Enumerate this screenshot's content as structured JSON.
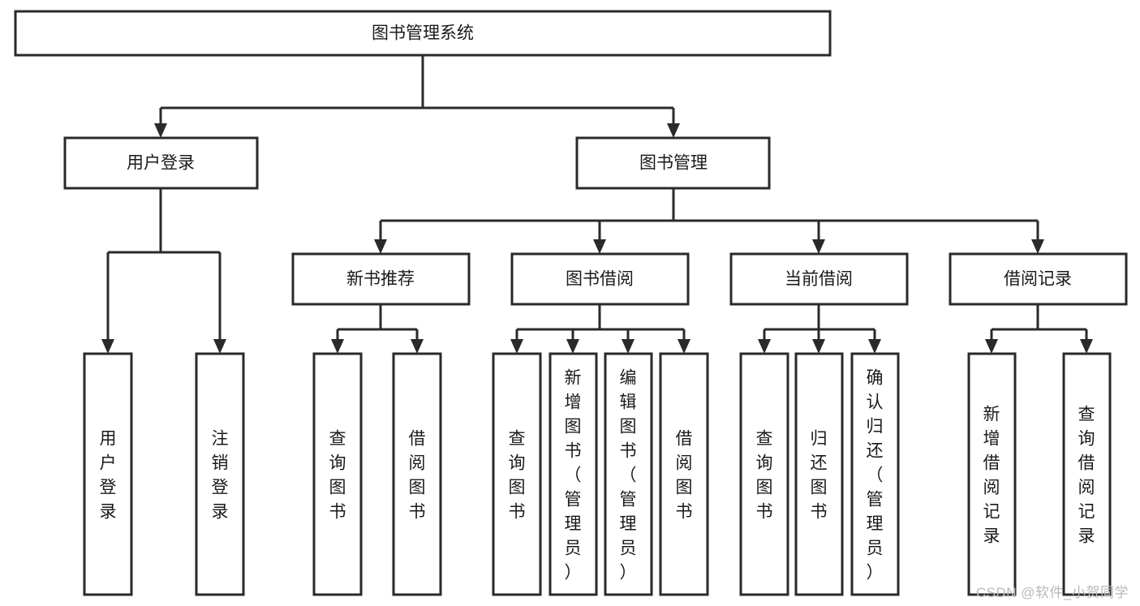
{
  "diagram": {
    "type": "tree-hierarchy",
    "title": "图书管理系统",
    "watermark": "CSDN @软件_小贺同学",
    "colors": {
      "stroke": "#2a2a2a",
      "fill": "#ffffff",
      "text": "#1a1a1a",
      "watermark": "#b9b9b9"
    },
    "levels": {
      "root": {
        "label": "图书管理系统",
        "orientation": "horizontal"
      },
      "level2": [
        {
          "label": "用户登录",
          "orientation": "horizontal"
        },
        {
          "label": "图书管理",
          "orientation": "horizontal"
        }
      ],
      "level3": [
        {
          "label": "新书推荐",
          "orientation": "horizontal"
        },
        {
          "label": "图书借阅",
          "orientation": "horizontal"
        },
        {
          "label": "当前借阅",
          "orientation": "horizontal"
        },
        {
          "label": "借阅记录",
          "orientation": "horizontal"
        }
      ],
      "leaves": {
        "user_login_group": [
          {
            "label": "用户登录",
            "orientation": "vertical"
          },
          {
            "label": "注销登录",
            "orientation": "vertical"
          }
        ],
        "new_book_group": [
          {
            "label": "查询图书",
            "orientation": "vertical"
          },
          {
            "label": "借阅图书",
            "orientation": "vertical"
          }
        ],
        "borrow_book_group": [
          {
            "label": "查询图书",
            "orientation": "vertical"
          },
          {
            "label": "新增图书（管理员）",
            "orientation": "vertical"
          },
          {
            "label": "编辑图书（管理员）",
            "orientation": "vertical"
          },
          {
            "label": "借阅图书",
            "orientation": "vertical"
          }
        ],
        "current_borrow_group": [
          {
            "label": "查询图书",
            "orientation": "vertical"
          },
          {
            "label": "归还图书",
            "orientation": "vertical"
          },
          {
            "label": "确认归还（管理员）",
            "orientation": "vertical"
          }
        ],
        "borrow_record_group": [
          {
            "label": "新增借阅记录",
            "orientation": "vertical"
          },
          {
            "label": "查询借阅记录",
            "orientation": "vertical"
          }
        ]
      }
    }
  }
}
